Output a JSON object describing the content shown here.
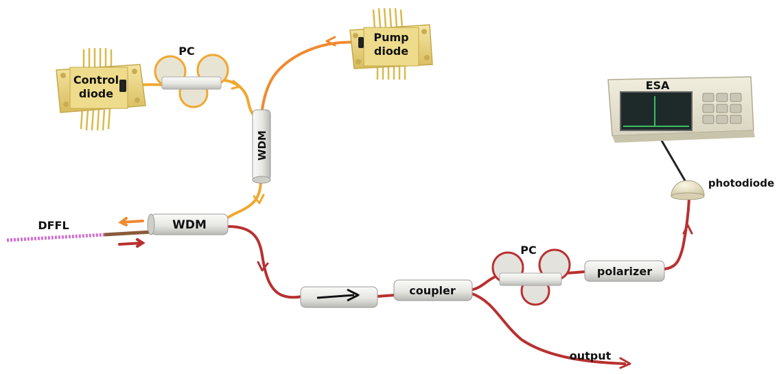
{
  "labels": {
    "control_diode_line1": "Control",
    "control_diode_line2": "diode",
    "pc_top": "PC",
    "pump_diode_line1": "Pump",
    "pump_diode_line2": "diode",
    "wdm_vertical": "WDM",
    "wdm_horizontal": "WDM",
    "dffl": "DFFL",
    "esa": "ESA",
    "photodiode": "photodiode",
    "pc_bottom": "PC",
    "polarizer": "polarizer",
    "coupler": "coupler",
    "output": "output"
  },
  "colors": {
    "control_fiber": "#f0a830",
    "pump_fiber": "#f08a30",
    "signal_fiber": "#b83030",
    "dffl_fiber": "#d070d0",
    "chip_gold": "#e8d27a",
    "component_gray": "#e8e8e4",
    "esa_screen": "#1e2a2a",
    "esa_trace": "#3cc060"
  },
  "icons": {
    "isolator_arrow": "right-arrow-icon",
    "signal_arrows": "arrowhead-icon"
  }
}
